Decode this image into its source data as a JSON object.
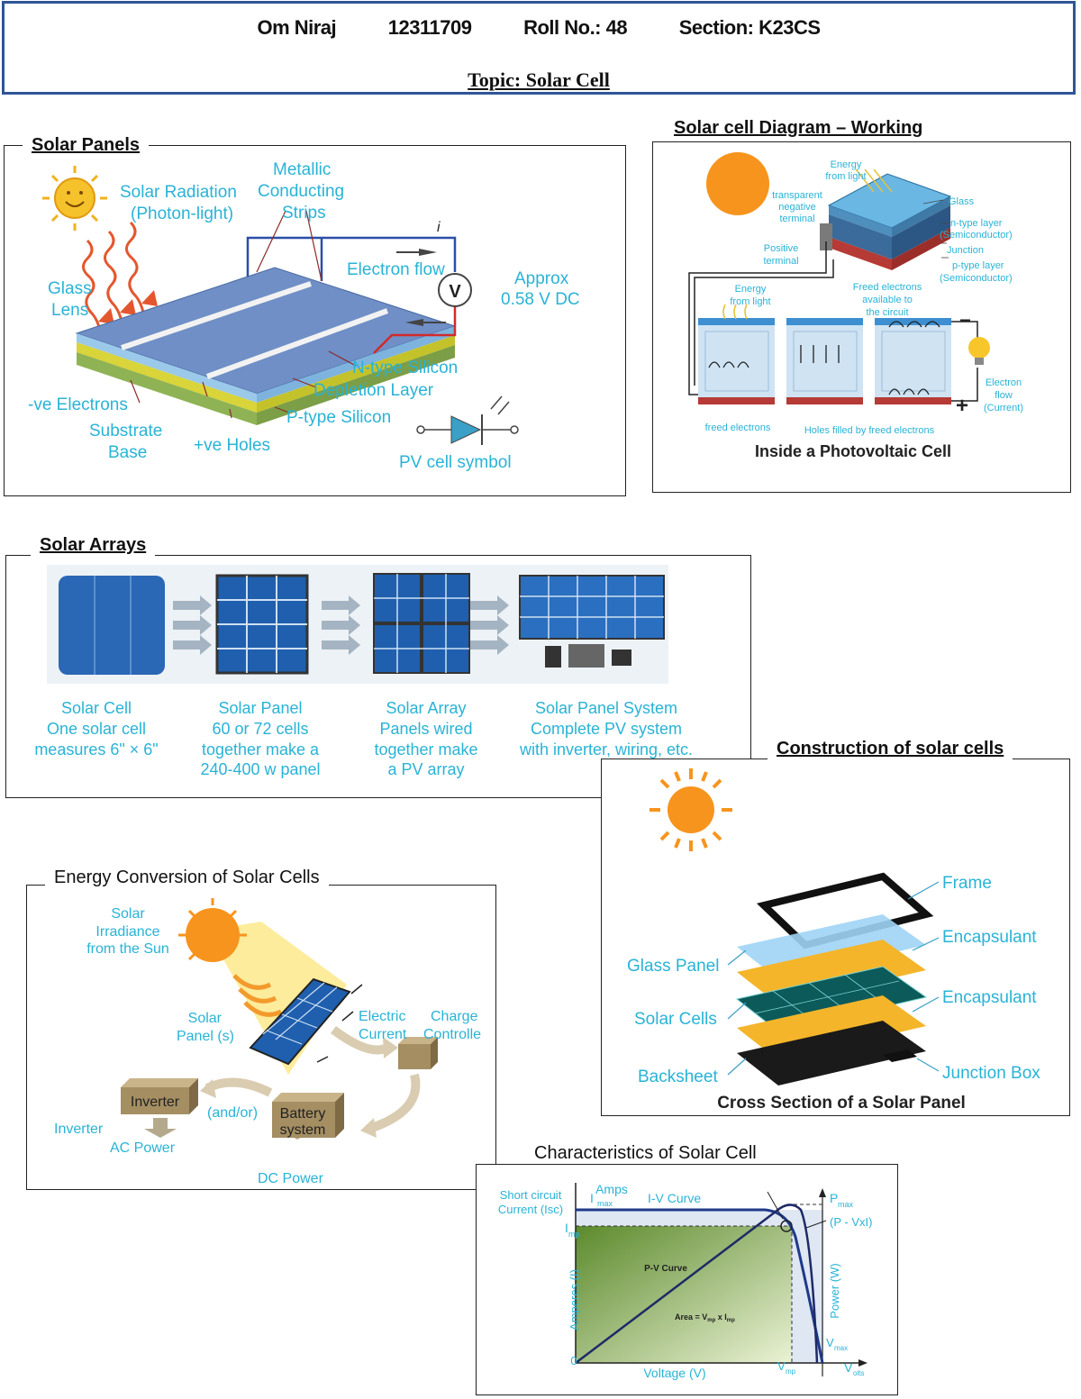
{
  "header": {
    "name": "Om Niraj",
    "reg_no": "12311709",
    "roll": "Roll No.:  48",
    "section": "Section: K23CS",
    "topic": "Topic: Solar Cell"
  },
  "panels": {
    "title": "Solar Panels",
    "solar_radiation": "Solar Radiation",
    "photon": "(Photon-light)",
    "metallic": "Metallic",
    "conducting": "Conducting",
    "strips": "Strips",
    "current_i": "i",
    "electron_flow": "Electron flow",
    "glass": "Glass",
    "lens": "Lens",
    "voltmeter": "V",
    "approx": "Approx",
    "dc": "0.58 V DC",
    "n_type": "N-type Silicon",
    "depletion": "Depletion Layer",
    "p_type": "P-type Silicon",
    "electrons": "-ve Electrons",
    "substrate": "Substrate",
    "base": "Base",
    "holes": "+ve Holes",
    "pv_symbol": "PV cell symbol"
  },
  "working": {
    "title": "Solar cell Diagram – Working",
    "energy_from_light_1": "Energy",
    "energy_from_light_2": "from light",
    "transparent_1": "transparent",
    "transparent_2": "negative",
    "transparent_3": "terminal",
    "glass": "Glass",
    "n_layer_1": "n-type layer",
    "n_layer_2": "(Semiconductor)",
    "junction": "Junction",
    "p_layer_1": "p-type layer",
    "p_layer_2": "(Semiconductor)",
    "positive_1": "Positive",
    "positive_2": "terminal",
    "energy2_1": "Energy",
    "energy2_2": "from light",
    "freed_1": "Freed electrons",
    "freed_2": "available to",
    "freed_3": "the circuit",
    "electron_flow_1": "Electron",
    "electron_flow_2": "flow",
    "electron_flow_3": "(Current)",
    "freed_electrons": "freed electrons",
    "holes_filled": "Holes filled by freed electrons",
    "caption": "Inside a Photovoltaic Cell",
    "minus": "−",
    "plus": "+"
  },
  "arrays": {
    "title": "Solar Arrays",
    "cols": [
      {
        "l1": "Solar Cell",
        "l2": "One solar cell",
        "l3": "measures 6\" × 6\"",
        "l4": ""
      },
      {
        "l1": "Solar Panel",
        "l2": "60 or 72 cells",
        "l3": "together make a",
        "l4": "240-400 w panel"
      },
      {
        "l1": "Solar Array",
        "l2": "Panels wired",
        "l3": "together make",
        "l4": "a PV array"
      },
      {
        "l1": "Solar Panel System",
        "l2": "Complete PV system",
        "l3": "with inverter, wiring, etc.",
        "l4": ""
      }
    ]
  },
  "construction": {
    "title": "Construction of solar cells",
    "frame": "Frame",
    "encapsulant_1": "Encapsulant",
    "glass_panel": "Glass Panel",
    "encapsulant_2": "Encapsulant",
    "solar_cells": "Solar Cells",
    "backsheet": "Backsheet",
    "junction_box": "Junction Box",
    "caption": "Cross Section of a Solar Panel"
  },
  "energy": {
    "title": "Energy Conversion of Solar Cells",
    "solar_1": "Solar",
    "solar_2": "Irradiance",
    "solar_3": "from the Sun",
    "panel_1": "Solar",
    "panel_2": "Panel (s)",
    "electric_1": "Electric",
    "electric_2": "Current",
    "charge_1": "Charge",
    "charge_2": "Controlle",
    "inverter_box": "Inverter",
    "andor": "(and/or)",
    "battery_1": "Battery",
    "battery_2": "system",
    "inverter_label": "Inverter",
    "ac_power": "AC Power",
    "dc_power": "DC Power"
  },
  "characteristics": {
    "title": "Characteristics of Solar Cell",
    "amps": "Amps",
    "short_circuit_1": "Short circuit",
    "short_circuit_2": "Current (Isc)",
    "imax": "I",
    "imax_sub": "max",
    "iv_curve": "I-V Curve",
    "pmax": "P",
    "pmax_sub": "max",
    "pvxi": "(P - VxI)",
    "imp": "I",
    "imp_sub": "mp",
    "pv_curve": "P-V Curve",
    "amperes": "Amperes (I)",
    "power": "Power (W)",
    "area": "Area = V",
    "area_mp": "mp",
    "area_x": " x I",
    "zero": "0",
    "voltage": "Voltage (V)",
    "vmp": "V",
    "vmp_sub": "mp",
    "vmax": "V",
    "vmax_sub": "max",
    "volts": "V",
    "volts_sub": "olts"
  }
}
